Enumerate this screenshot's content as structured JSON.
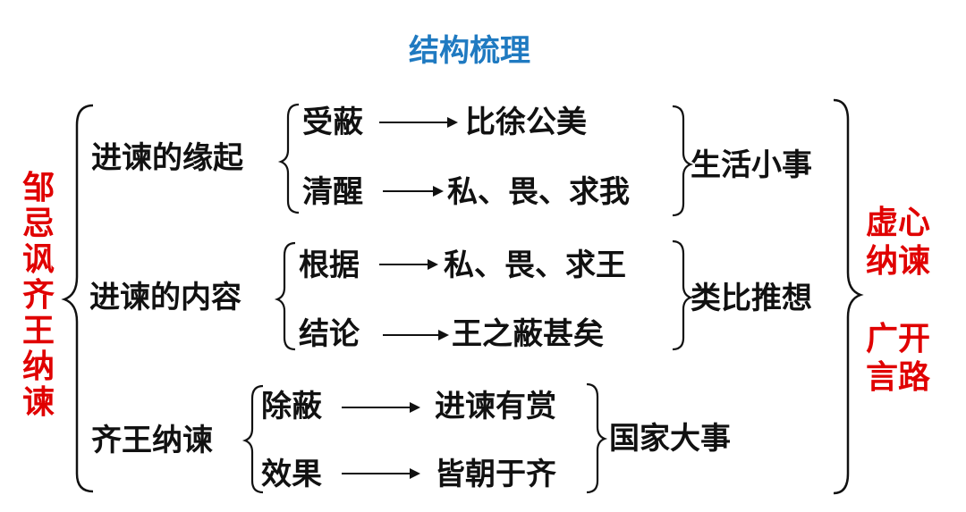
{
  "title": "结构梳理",
  "left_label": "邹忌讽齐王纳谏",
  "right_labels": [
    "虚心纳谏",
    "广开言路"
  ],
  "sections": [
    {
      "label": "进谏的缘起",
      "summary": "生活小事",
      "items": [
        {
          "cause": "受蔽",
          "result": "比徐公美"
        },
        {
          "cause": "清醒",
          "result": "私、畏、求我"
        }
      ]
    },
    {
      "label": "进谏的内容",
      "summary": "类比推想",
      "items": [
        {
          "cause": "根据",
          "result": "私、畏、求王"
        },
        {
          "cause": "结论",
          "result": "王之蔽甚矣"
        }
      ]
    },
    {
      "label": "齐王纳谏",
      "summary": "国家大事",
      "items": [
        {
          "cause": "除蔽",
          "result": "进谏有赏"
        },
        {
          "cause": "效果",
          "result": "皆朝于齐"
        }
      ]
    }
  ],
  "colors": {
    "title": "#1f7ac1",
    "highlight": "#e00000",
    "text": "#111111"
  }
}
